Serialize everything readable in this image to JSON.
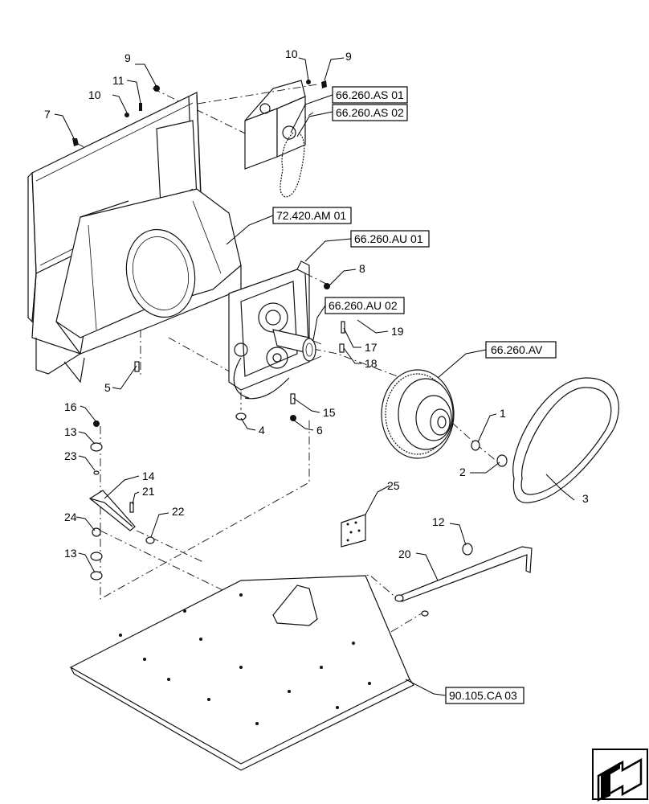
{
  "callouts": {
    "c1": "1",
    "c2": "2",
    "c3": "3",
    "c4": "4",
    "c5": "5",
    "c6": "6",
    "c7": "7",
    "c8": "8",
    "c9a": "9",
    "c9b": "9",
    "c10a": "10",
    "c10b": "10",
    "c11": "11",
    "c12": "12",
    "c13a": "13",
    "c13b": "13",
    "c14": "14",
    "c15": "15",
    "c16": "16",
    "c17": "17",
    "c18": "18",
    "c19": "19",
    "c20": "20",
    "c21": "21",
    "c22": "22",
    "c23": "23",
    "c24": "24",
    "c25": "25"
  },
  "references": {
    "r_as01": "66.260.AS 01",
    "r_as02": "66.260.AS 02",
    "r_am01": "72.420.AM 01",
    "r_au01": "66.260.AU 01",
    "r_au02": "66.260.AU 02",
    "r_av": "66.260.AV",
    "r_ca03": "90.105.CA 03"
  },
  "icons": {
    "nav": "next-page-arrow-icon"
  }
}
